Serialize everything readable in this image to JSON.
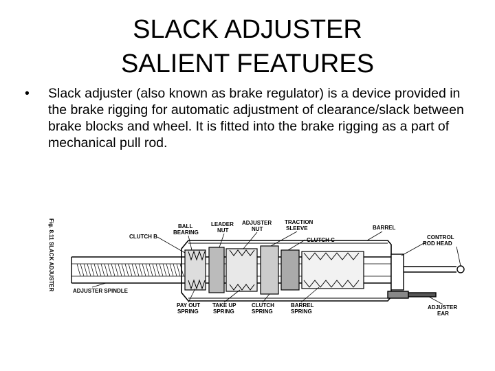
{
  "title": {
    "line1": "SLACK ADJUSTER",
    "line2": "SALIENT FEATURES"
  },
  "bullet": {
    "marker": "•",
    "text": "Slack adjuster (also known as brake regulator) is a device provided in the brake rigging for automatic adjustment of clearance/slack between brake blocks and wheel. It is fitted into the brake rigging as a part of mechanical pull rod."
  },
  "figure": {
    "caption": "Fig. 8.11    SLACK ADJUSTER",
    "labels": {
      "ball_bearing_1": "BALL",
      "ball_bearing_2": "BEARING",
      "leader_nut_1": "LEADER",
      "leader_nut_2": "NUT",
      "adjuster_nut_1": "ADJUSTER",
      "adjuster_nut_2": "NUT",
      "traction_sleeve_1": "TRACTION",
      "traction_sleeve_2": "SLEEVE",
      "barrel": "BARREL",
      "clutch_b": "CLUTCH B",
      "clutch_c": "CLUTCH C",
      "control_rod_head_1": "CONTROL",
      "control_rod_head_2": "ROD HEAD",
      "adjuster_spindle": "ADJUSTER SPINDLE",
      "pay_out_spring_1": "PAY OUT",
      "pay_out_spring_2": "SPRING",
      "take_up_spring_1": "TAKE UP",
      "take_up_spring_2": "SPRING",
      "clutch_spring_1": "CLUTCH",
      "clutch_spring_2": "SPRING",
      "barrel_spring_1": "BARREL",
      "barrel_spring_2": "SPRING",
      "adjuster_ear_1": "ADJUSTER",
      "adjuster_ear_2": "EAR"
    }
  }
}
